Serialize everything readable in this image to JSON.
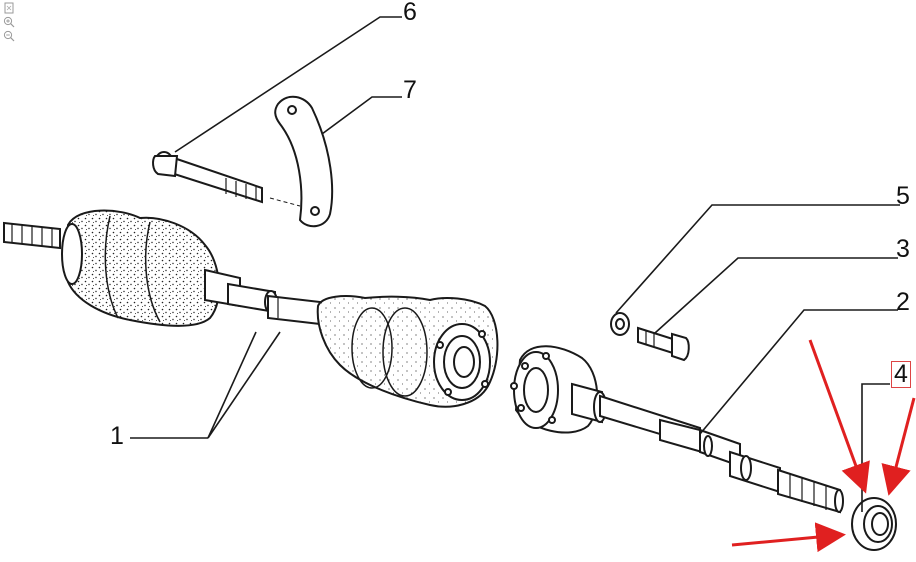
{
  "callouts": [
    {
      "id": "1",
      "text": "1"
    },
    {
      "id": "2",
      "text": "2"
    },
    {
      "id": "3",
      "text": "3"
    },
    {
      "id": "4",
      "text": "4"
    },
    {
      "id": "5",
      "text": "5"
    },
    {
      "id": "6",
      "text": "6"
    },
    {
      "id": "7",
      "text": "7"
    }
  ],
  "toolbar": {
    "icons": [
      "fit-page-icon",
      "zoom-in-icon",
      "zoom-out-icon"
    ]
  },
  "colors": {
    "line_art": "#1a1a1a",
    "annotation_arrow": "#e02020",
    "highlight_box": "#d44444"
  }
}
